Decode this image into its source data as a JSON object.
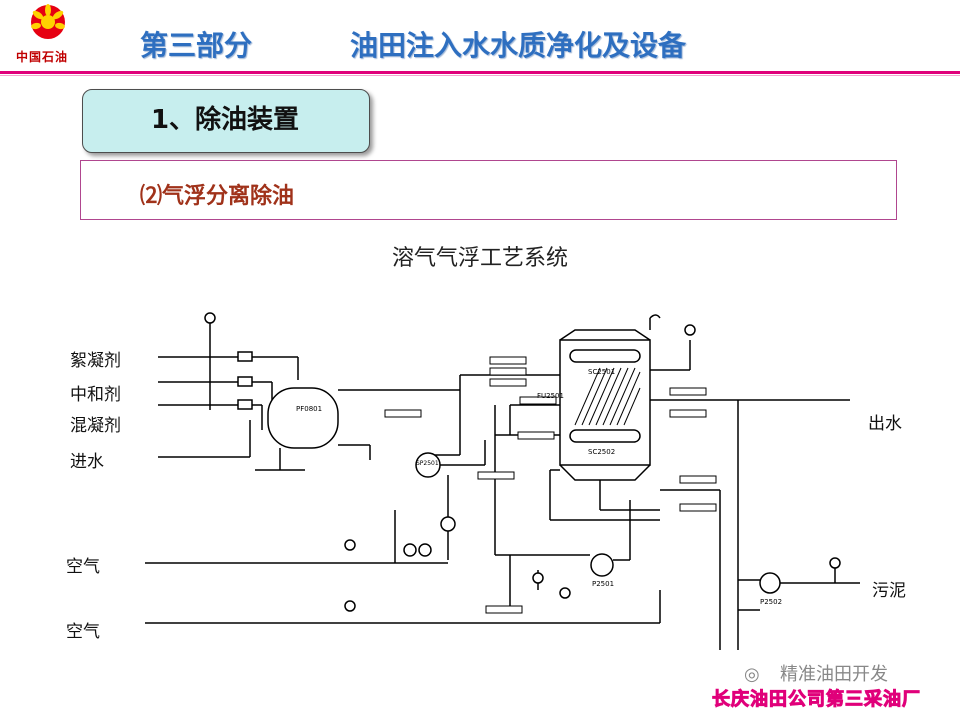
{
  "header": {
    "logo_text": "中国石油",
    "section": "第三部分",
    "title": "油田注入水水质净化及设备"
  },
  "heading": "1、除油装置",
  "subheading": "⑵气浮分离除油",
  "diagram": {
    "title": "溶气气浮工艺系统",
    "inputs": [
      "絮凝剂",
      "中和剂",
      "混凝剂",
      "进水"
    ],
    "air_inputs": [
      "空气",
      "空气"
    ],
    "outputs": [
      "出水",
      "污泥"
    ],
    "equipment": [
      "PF0801",
      "SP2501",
      "FU2501",
      "SC2501",
      "SC2502",
      "P2501",
      "P2502"
    ]
  },
  "watermark": "精准油田开发",
  "footer": "长庆油田公司第三采油厂",
  "colors": {
    "title_blue": "#2e6fc0",
    "rule_magenta": "#e0007a",
    "heading_bg": "#c7eeee",
    "sub_red": "#a0321a"
  }
}
